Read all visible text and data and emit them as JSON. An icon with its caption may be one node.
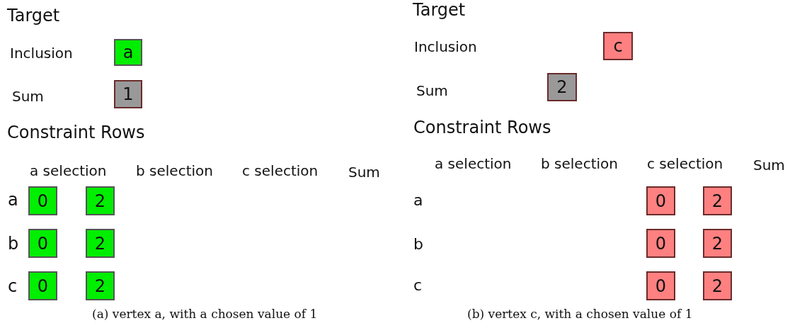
{
  "diagram": {
    "nodes": [
      {
        "text": [
          "a"
        ]
      },
      {
        "text": [
          "1"
        ]
      },
      {
        "text": [
          "0"
        ]
      },
      {
        "text": [
          "2"
        ]
      },
      {
        "text": [
          "0"
        ]
      },
      {
        "text": [
          "2"
        ]
      },
      {
        "text": [
          "0"
        ]
      },
      {
        "text": [
          "2"
        ]
      },
      {
        "text": [
          "c"
        ]
      },
      {
        "text": [
          "2"
        ]
      },
      {
        "text": [
          "0"
        ]
      },
      {
        "text": [
          "2"
        ]
      },
      {
        "text": [
          "0"
        ]
      },
      {
        "text": [
          "2"
        ]
      },
      {
        "text": [
          "0"
        ]
      },
      {
        "text": [
          "2"
        ]
      }
    ],
    "labels": [
      "Target",
      "Inclusion",
      "Sum",
      "Constraint Rows",
      "a selection",
      "b selection",
      "c selection",
      "Sum",
      "a",
      "b",
      "c",
      "(a) vertex a, with a chosen value of 1",
      "Target",
      "Inclusion",
      "Sum",
      "Constraint Rows",
      "a selection",
      "b selection",
      "c selection",
      "Sum",
      "a",
      "b",
      "c",
      "(b) vertex c, with a chosen value of 1"
    ]
  }
}
